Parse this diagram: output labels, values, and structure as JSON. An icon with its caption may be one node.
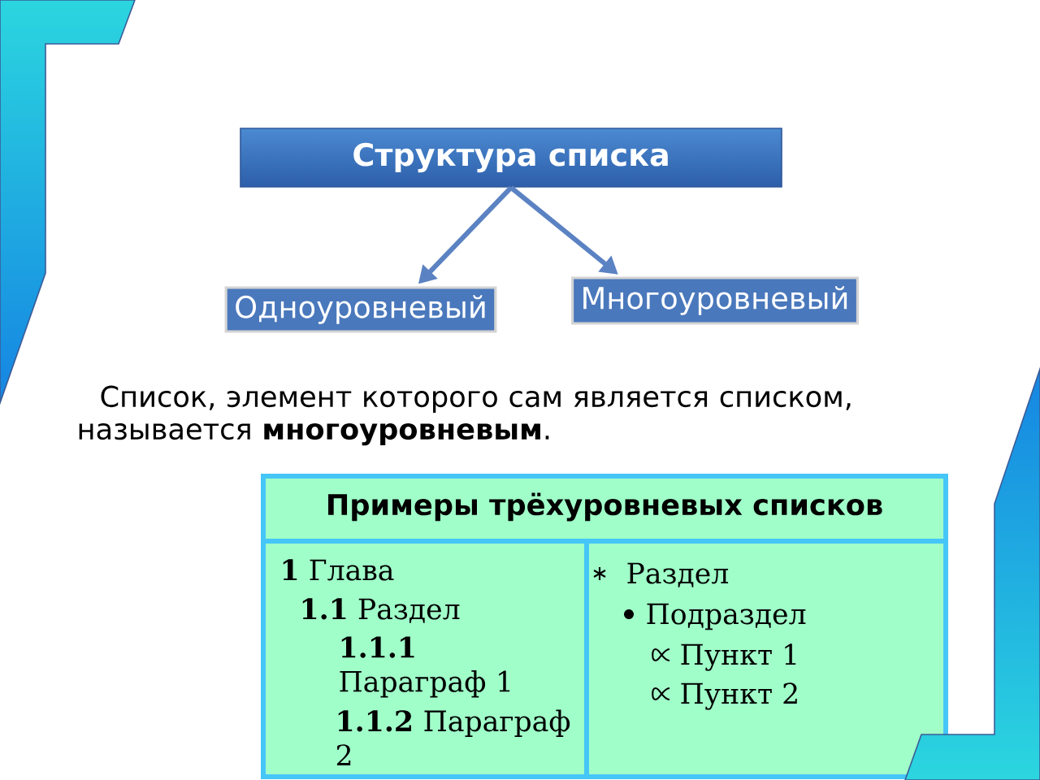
{
  "diagram": {
    "nodes": [
      {
        "text": [
          "Структура списка"
        ]
      },
      {
        "text": [
          "Одноуровневый"
        ]
      },
      {
        "text": [
          "Многоуровневый"
        ]
      },
      {
        "text": [
          "Примеры трёхуровневых списков"
        ]
      },
      {
        "text": [
          "**1** Глава",
          "**1.1** Раздел",
          "**1.1.1** Параграф 1",
          "**1.1.2** Параграф 2"
        ],
        "in": 3
      },
      {
        "text": [
          "Раздел",
          "Подраздел",
          "Пункт 1",
          "Пункт 2"
        ],
        "in": 3
      }
    ],
    "edges": [
      {
        "from": 0,
        "to": 1,
        "arrow": "to"
      },
      {
        "from": 0,
        "to": 2,
        "arrow": "to"
      }
    ],
    "labels": [
      "Список, элемент которого сам является списком, называется **многоуровневым**."
    ]
  }
}
